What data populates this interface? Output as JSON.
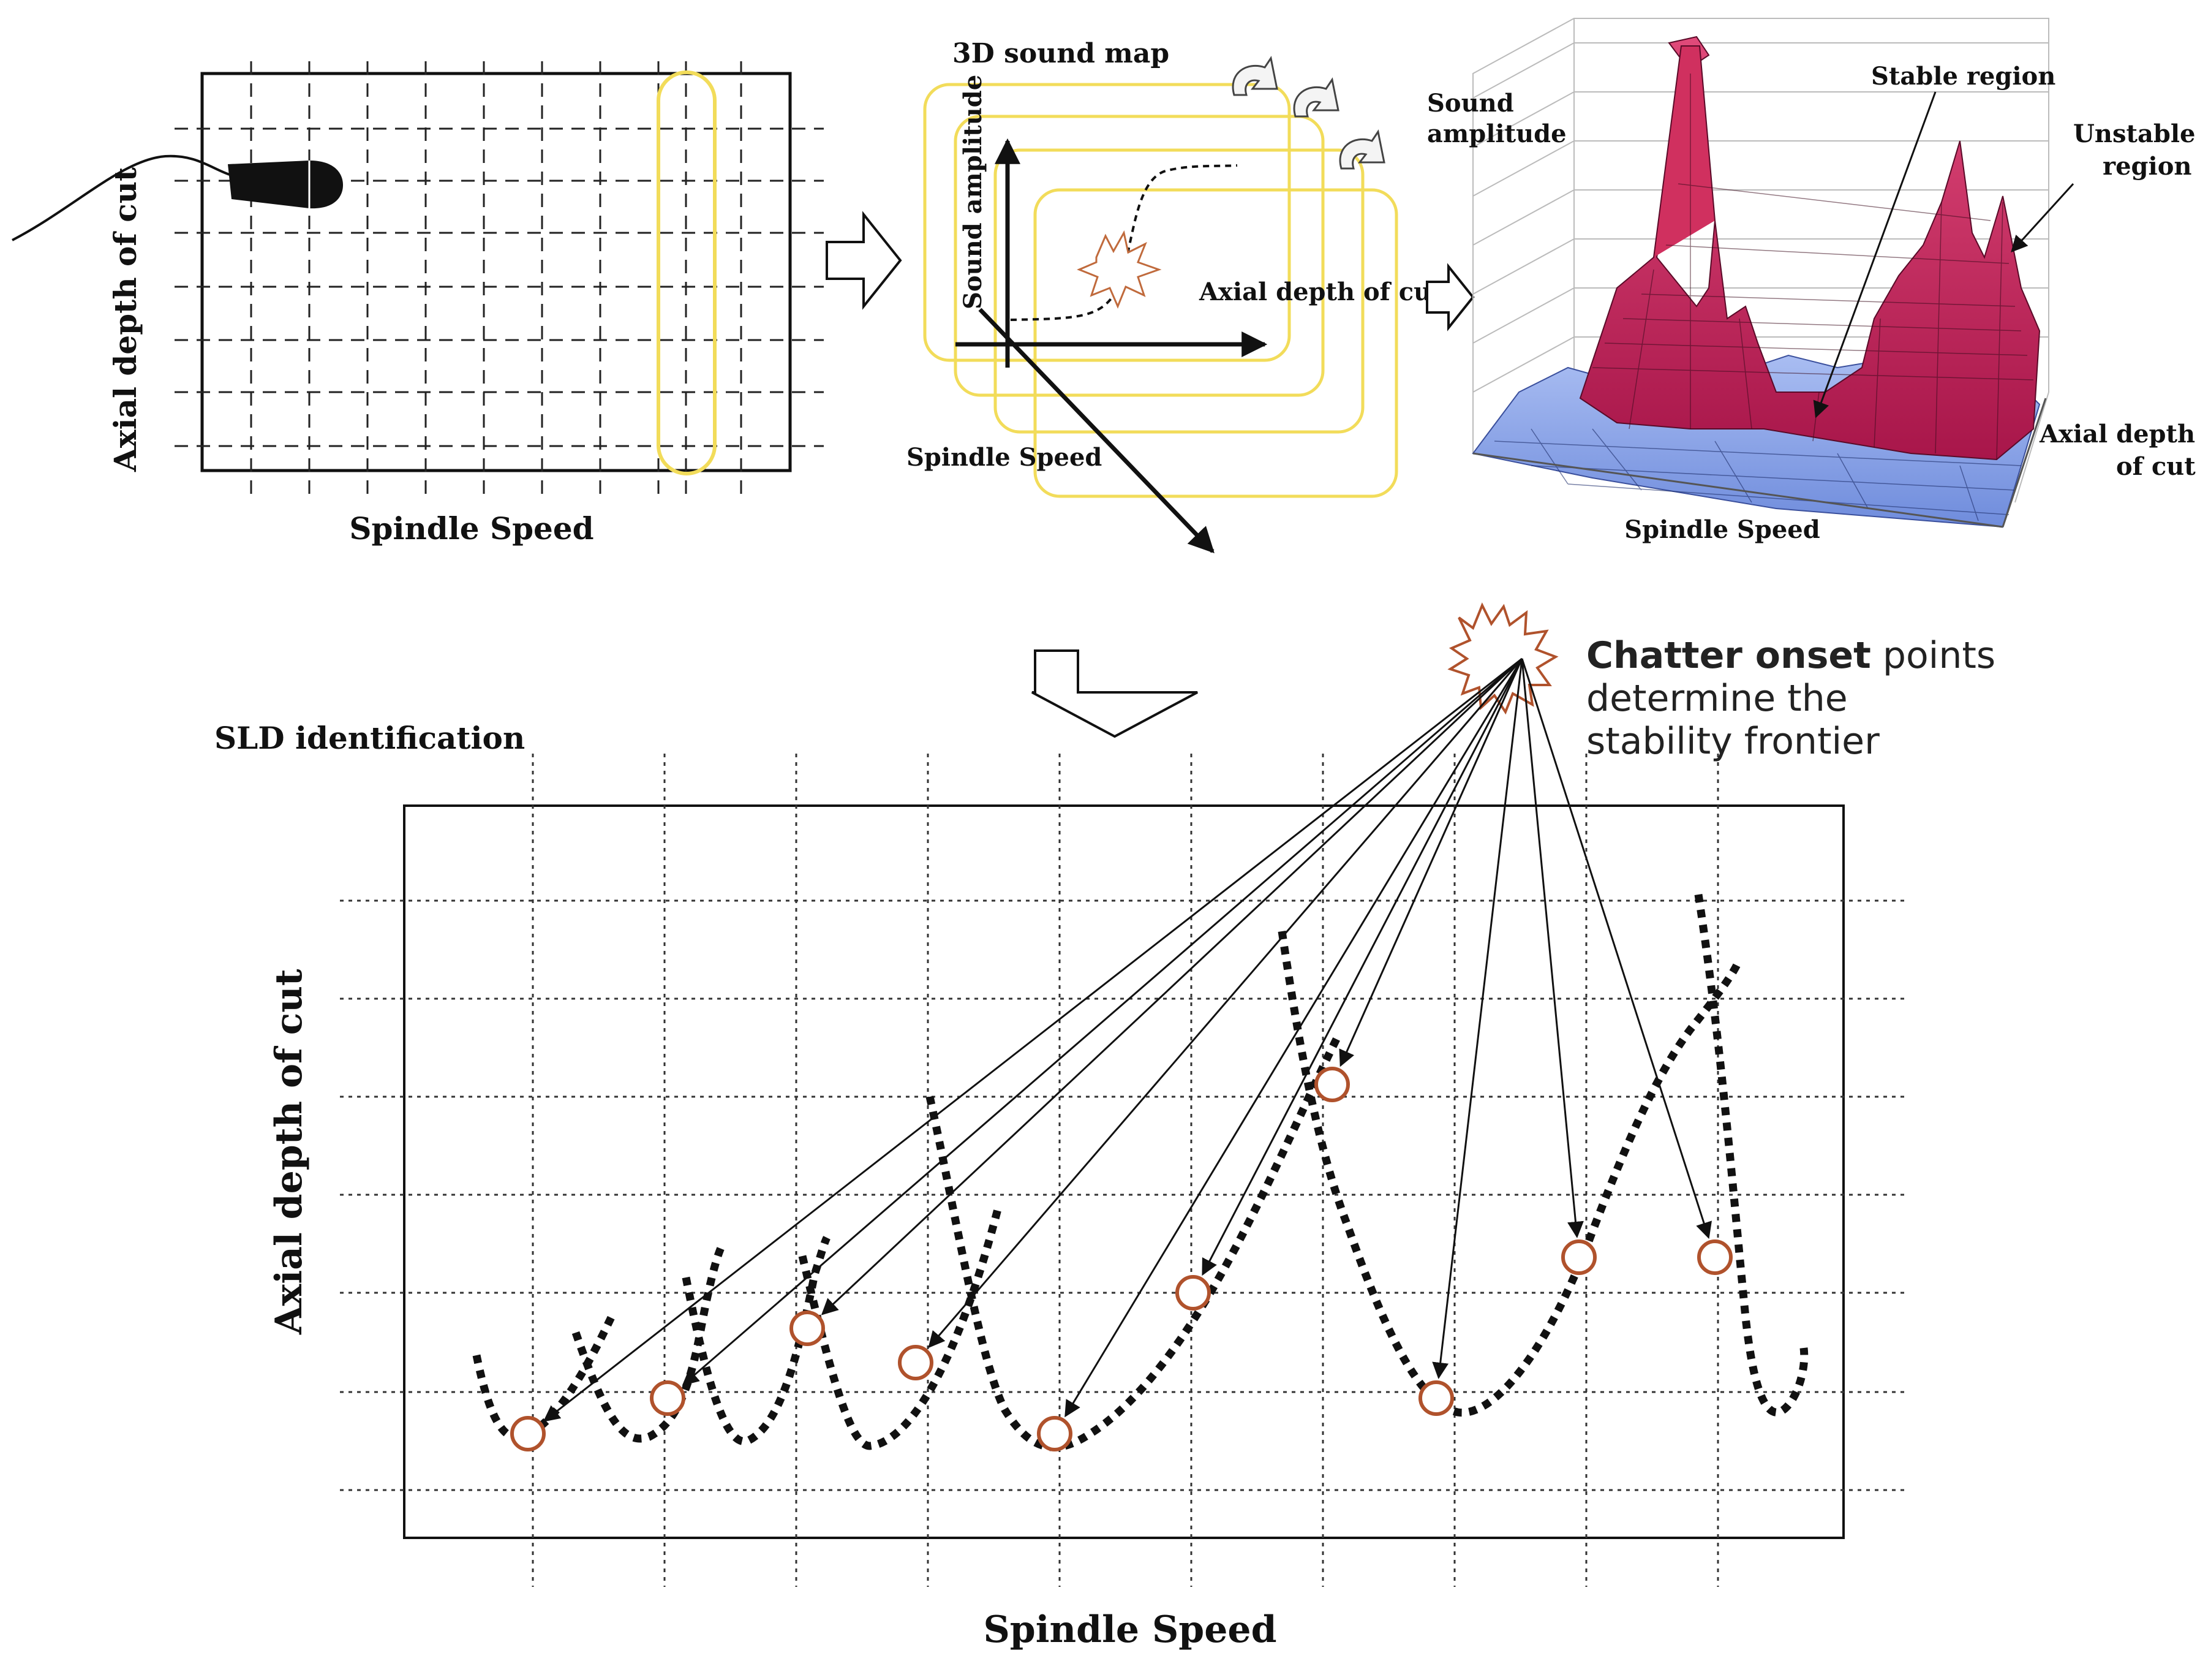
{
  "panel_a": {
    "ylabel": "Axial depth of cut",
    "xlabel": "Spindle Speed"
  },
  "panel_b": {
    "title": "3D sound map",
    "z_axis_label": "Sound amplitude",
    "x_axis_label": "Axial depth of cut",
    "y_axis_label": "Spindle Speed"
  },
  "panel_c": {
    "zlabel_line1": "Sound",
    "zlabel_line2": "amplitude",
    "stable_label": "Stable region",
    "unstable_line1": "Unstable",
    "unstable_line2": "region",
    "depth_line1": "Axial depth",
    "depth_line2": "of cut",
    "xlabel": "Spindle Speed"
  },
  "panel_d": {
    "title": "SLD identification",
    "ylabel": "Axial depth of cut",
    "xlabel": "Spindle Speed",
    "note_bold": "Chatter onset",
    "note_rest": " points",
    "note_line2": "determine the",
    "note_line3": "stability frontier",
    "colors": {
      "onset_circle": "#b0522c",
      "yellow_frame": "#f2dc5a",
      "unstable_surface": "#c8245a",
      "stable_surface": "#8ea6e8"
    }
  }
}
